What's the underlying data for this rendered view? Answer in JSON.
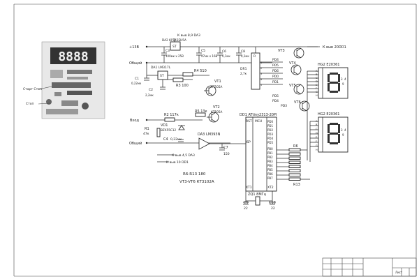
{
  "pcb": {
    "digits": "8888",
    "switch_labels": [
      "Старт Стоп",
      "Стоп"
    ]
  },
  "power": {
    "plus_label": "+13В",
    "ground_label": "Общий",
    "net_to_da3": "К выв 8,9 DA3",
    "net_to_dd1": "К выв 20DD1",
    "net_da3_pin4": "К выв 4,5 DA3",
    "net_dd1_pin10": "К выв 10 DD1",
    "input_label": "Вход"
  },
  "components": {
    "da2": "DA2 КР142ЕН5А",
    "da1": "DA1 LM317L",
    "da3": "DA3 LM393N",
    "dd1": "DD1 ATtiny2313-20PI",
    "dd1_mcu": "MCU",
    "c1": "C1",
    "c1_val": "0,22мк",
    "c2": "C2",
    "c2_val": "2,2мк",
    "c3": "C3",
    "c3_val": "100мк х 25В",
    "c5": "C5",
    "c5_val": "47мк х 16В",
    "c6": "C6",
    "c6_val": "0,1мк",
    "c8": "C8",
    "c8_val": "0,1мк",
    "c4": "C4",
    "c4_val": "0,22мк",
    "c7": "C7",
    "c7_val": "150",
    "c9": "C9",
    "c9_val": "22",
    "c10": "C10",
    "c10_val": "22",
    "r1": "R1",
    "r1_val": "47к",
    "r2": "R2 117к",
    "r3": "R3 100",
    "r4": "R4 510",
    "r5": "R5 13к",
    "r6": "R6",
    "r13": "R13",
    "dr1": "DR1",
    "dr1_val": "2,7к",
    "vd1": "VD1",
    "vd1_val": "BZX55C12",
    "vt1": "VT1",
    "vt1_val": "КТ505А",
    "vt2": "VT2",
    "vt2_val": "КТ505А",
    "vt3": "VT3",
    "vt4": "VT4",
    "vt5": "VT5",
    "vt6": "VT6",
    "hg2_top": "HG2 Е20361",
    "hg2_bot": "HG2 Е20361",
    "zq1": "ZQ1 8МГц",
    "dd1_pins_left": [
      "RST",
      "XT1",
      "XT2",
      "ISP"
    ],
    "pd_pins": [
      "PD0",
      "PD1",
      "PD2",
      "PD3",
      "PD4",
      "PD5",
      "PD6"
    ],
    "pb_pins": [
      "PB0",
      "PB1",
      "PB2",
      "PB3",
      "PB4",
      "PB5",
      "PB6",
      "PB7"
    ],
    "r_pins": [
      "R",
      "1",
      "2",
      "3",
      "4",
      "5"
    ],
    "disp_pins": [
      "A",
      "B",
      "C",
      "D",
      "E",
      "F",
      "G",
      "H"
    ],
    "pin_marks": [
      "3",
      "4",
      "9"
    ]
  },
  "notes": [
    "R6-R13 180",
    "VT3-VT6 КТ3102А"
  ],
  "title_block": {
    "sheet_label": "Лист"
  }
}
